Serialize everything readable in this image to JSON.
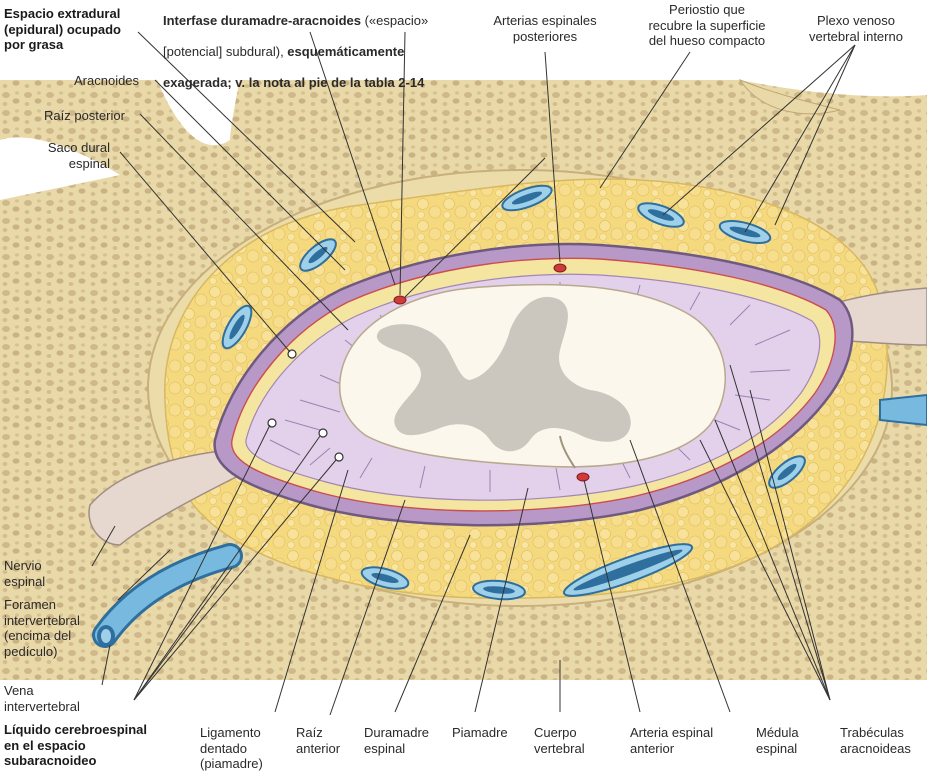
{
  "labels": {
    "epidural": "Espacio extradural\n(epidural) ocupado\npor grasa",
    "interface_bold_1": "Interfase duramadre-aracnoides",
    "interface_rest_1": " («espacio»",
    "interface_rest_2": "[potencial] subdural), ",
    "interface_bold_2": "esquemáticamente",
    "interface_bold_3": "exagerada; v. la nota al pie de la tabla 2-14",
    "posterior_arteries": "Arterias espinales\nposteriores",
    "periosteum": "Periostio que\nrecubre la superficie\ndel hueso compacto",
    "venous_plexus": "Plexo venoso\nvertebral interno",
    "arachnoid": "Aracnoides",
    "posterior_root": "Raíz posterior",
    "dural_sac": "Saco dural\nespinal",
    "spinal_nerve": "Nervio\nespinal",
    "foramen": "Foramen\nintervertebral\n(encima del\npedículo)",
    "intervertebral_vein": "Vena\nintervertebral",
    "csf": "Líquido cerebroespinal\nen el espacio\nsubaracnoideo",
    "denticulate": "Ligamento\ndentado\n(piamadre)",
    "anterior_root": "Raíz\nanterior",
    "dura": "Duramadre\nespinal",
    "pia": "Piamadre",
    "vertebral_body": "Cuerpo\nvertebral",
    "anterior_artery": "Arteria espinal\nanterior",
    "spinal_cord": "Médula\nespinal",
    "trabeculae": "Trabéculas\naracnoideas"
  },
  "colors": {
    "fat": "#f3d77c",
    "bone_compact": "#e8d9a4",
    "bone_spongy": "#d9c493",
    "dura": "#b99ac6",
    "arachnoid": "#c9a9d6",
    "cord_white": "#fbf7ec",
    "gray_matter": "#c9c5bd",
    "vein": "#6fb6de",
    "artery": "#cc3333",
    "leader": "#333333"
  }
}
